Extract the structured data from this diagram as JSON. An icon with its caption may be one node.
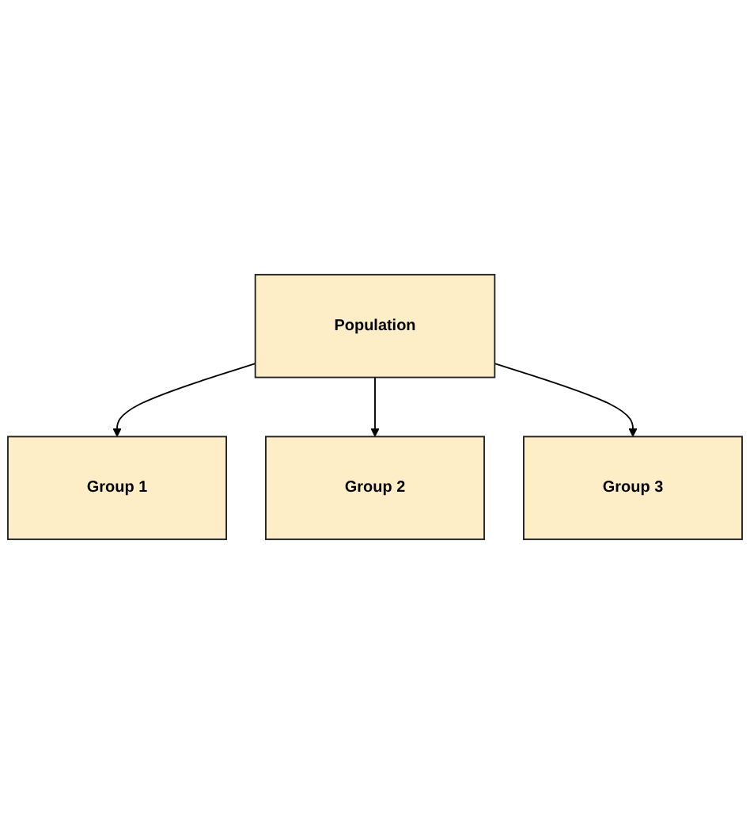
{
  "diagram": {
    "nodes": [
      {
        "text": [
          "Population"
        ]
      },
      {
        "text": [
          "Group 1"
        ]
      },
      {
        "text": [
          "Group 2"
        ]
      },
      {
        "text": [
          "Group 3"
        ]
      }
    ],
    "edges": [
      {
        "from": 0,
        "to": 1,
        "arrow": "to"
      },
      {
        "from": 0,
        "to": 2,
        "arrow": "to"
      },
      {
        "from": 0,
        "to": 3,
        "arrow": "to"
      }
    ]
  }
}
